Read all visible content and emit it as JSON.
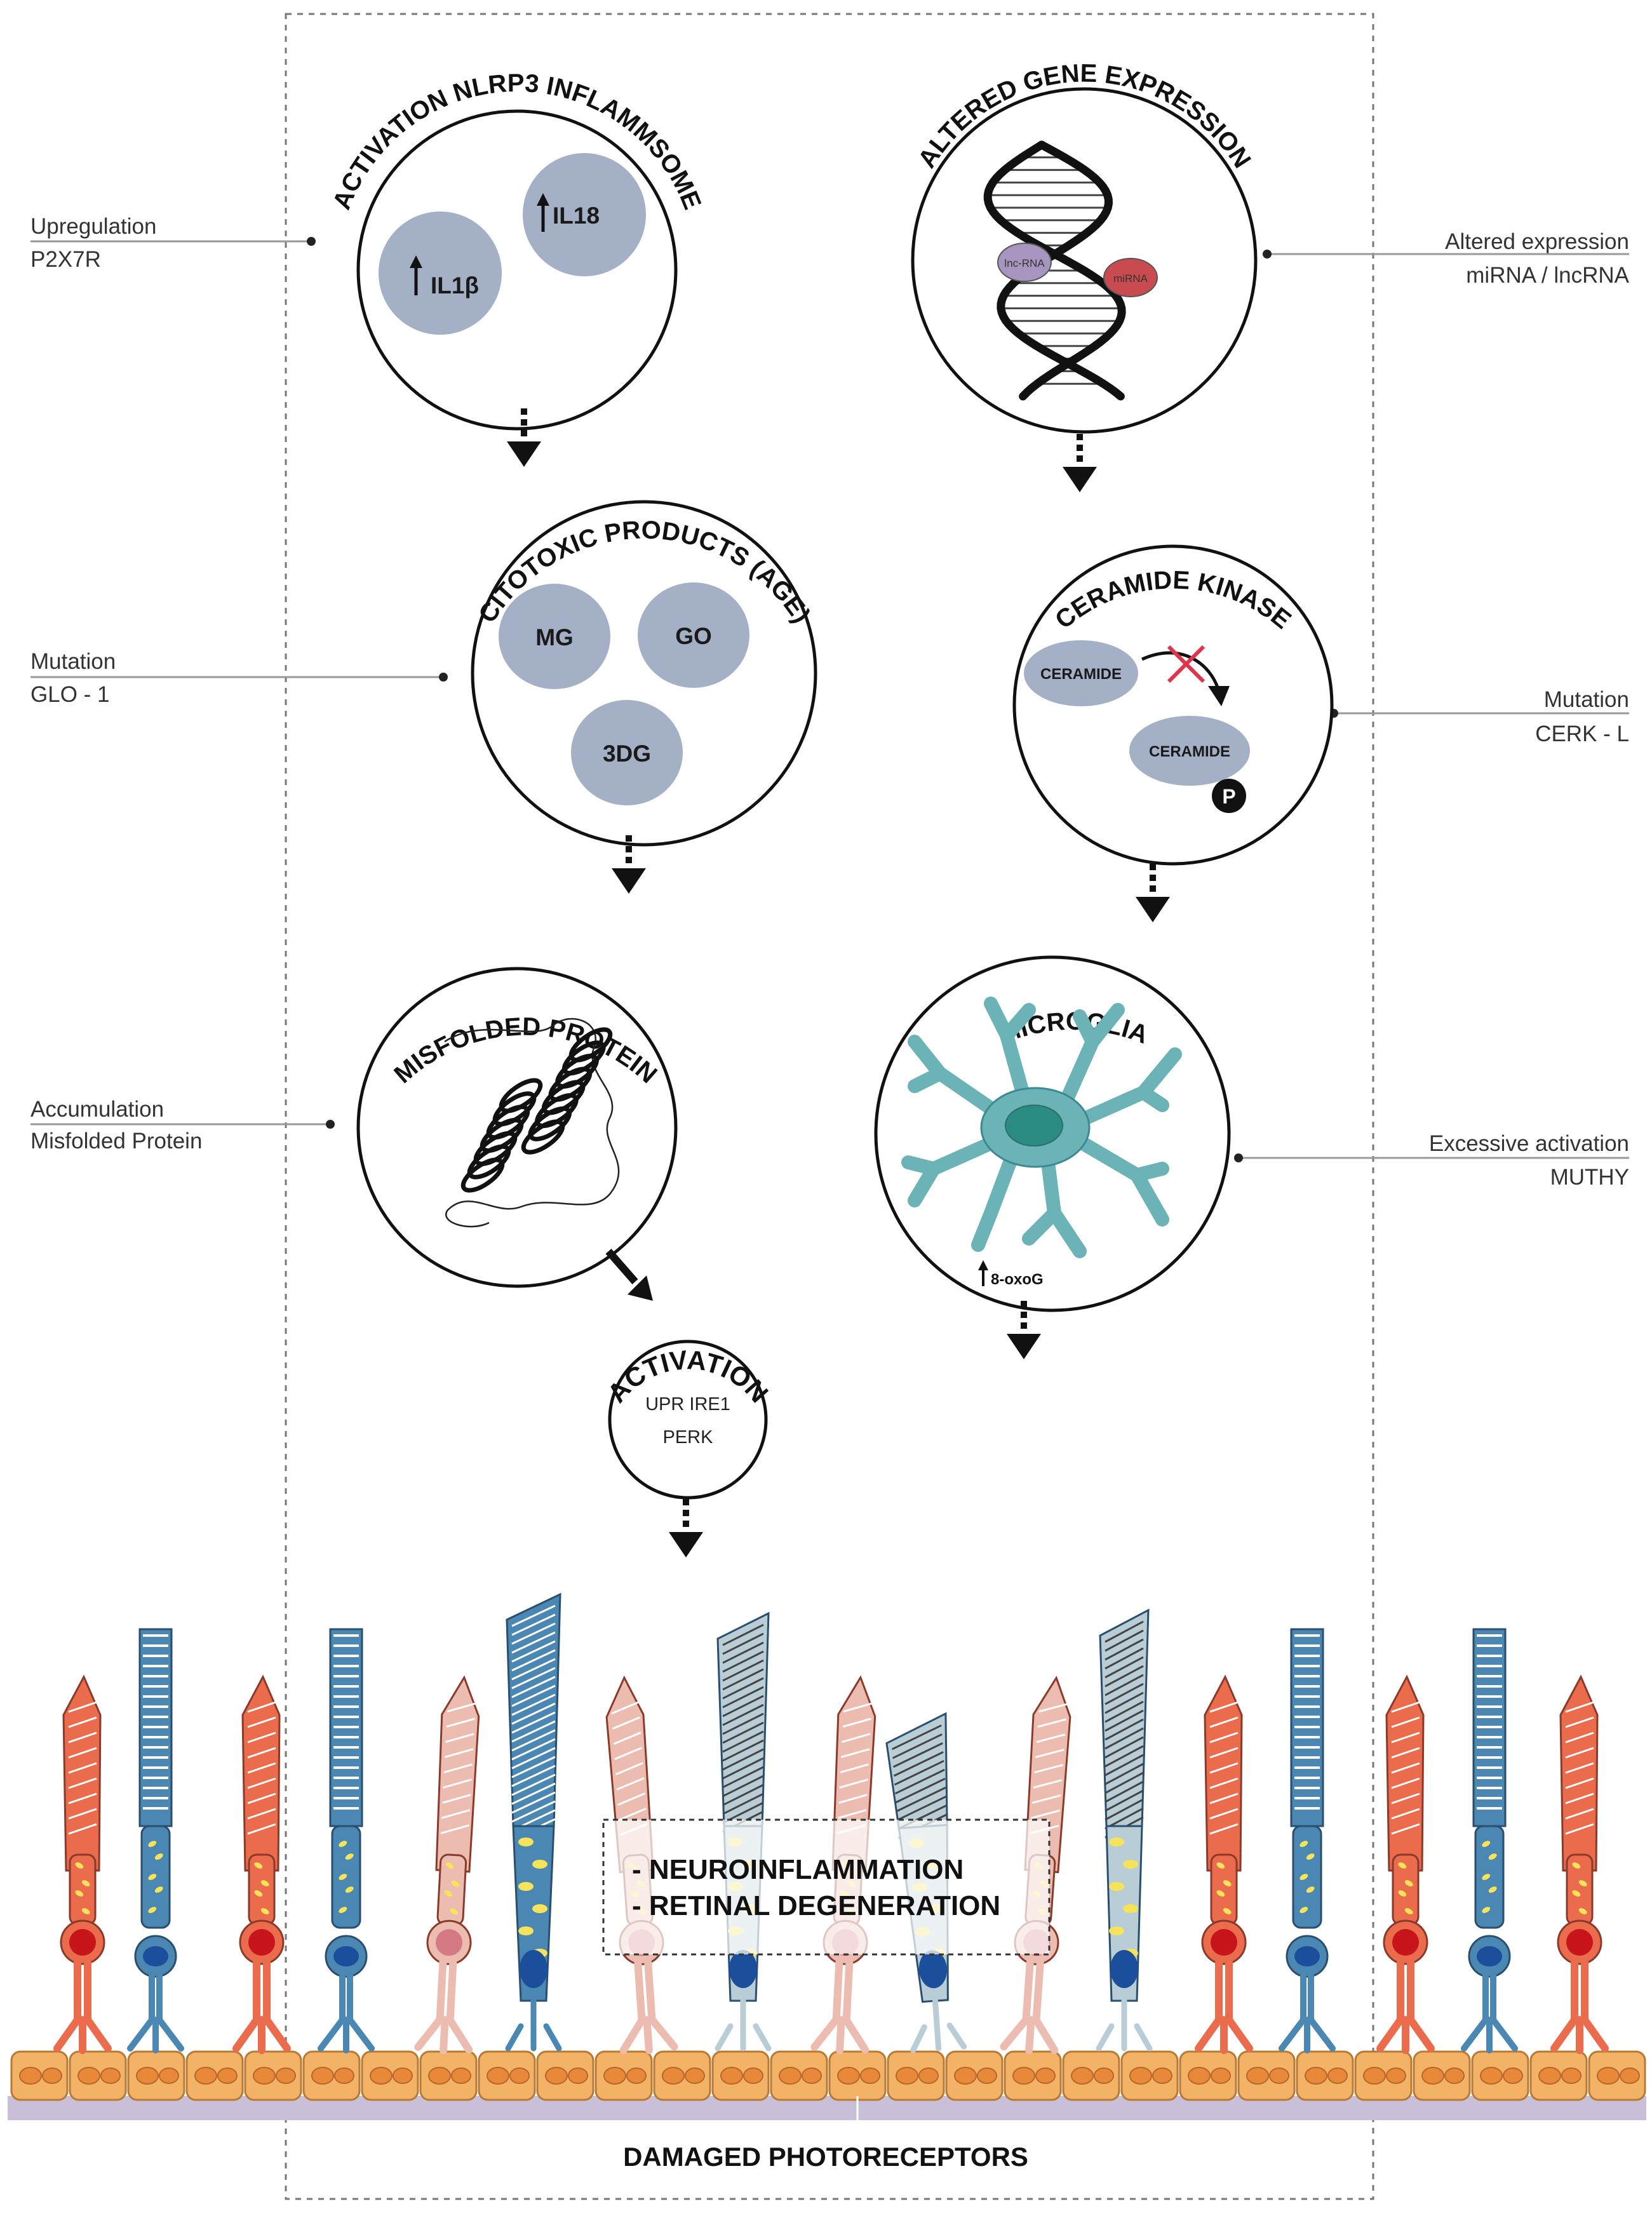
{
  "colors": {
    "blob": "#a3b0c6",
    "rod": "#4b87b3",
    "cone": "#eb6c4d",
    "faded_cone": "#ecbcb0",
    "faded_rod": "#b9cdd6",
    "rpe": "#f3b366",
    "microglia": "#6bb3b6",
    "nucleus_red": "#c8151c",
    "nucleus_blue": "#1c4f9b",
    "inhibit": "#e0344a"
  },
  "left_column": {
    "nlrp3": {
      "title": "ACTIVATION NLRP3 INFLAMMSOME",
      "il1b": "IL1β",
      "il18": "IL18",
      "side_line1": "Upregulation",
      "side_line2": "P2X7R"
    },
    "age": {
      "title": "CITOTOXIC PRODUCTS (AGE)",
      "mg": "MG",
      "go": "GO",
      "dg": "3DG",
      "side_line1": "Mutation",
      "side_line2": "GLO - 1"
    },
    "misfolded": {
      "title": "MISFOLDED PROTEIN",
      "side_line1": "Accumulation",
      "side_line2": "Misfolded Protein"
    },
    "activation": {
      "title": "ACTIVATION",
      "line1": "UPR IRE1",
      "line2": "PERK"
    }
  },
  "right_column": {
    "gene": {
      "title": "ALTERED GENE EXPRESSION",
      "lnc_label": "lnc-RNA",
      "mi_label": "miRNA",
      "side_line1": "Altered expression",
      "side_line2": "miRNA / lncRNA"
    },
    "ceramide": {
      "title": "CERAMIDE KINASE",
      "substrate": "CERAMIDE",
      "product": "CERAMIDE",
      "phospho": "P",
      "side_line1": "Mutation",
      "side_line2": "CERK - L"
    },
    "microglia": {
      "title": "MICROGLIA",
      "marker": "8-oxoG",
      "side_line1": "Excessive activation",
      "side_line2": "MUTHY"
    }
  },
  "outcome": {
    "line1": "- NEUROINFLAMMATION",
    "line2": "- RETINAL DEGENERATION"
  },
  "footer": "DAMAGED PHOTORECEPTORS"
}
